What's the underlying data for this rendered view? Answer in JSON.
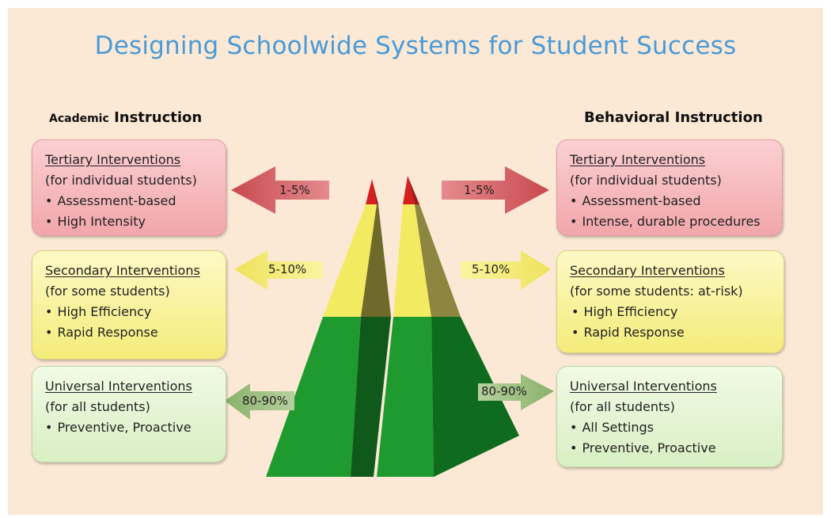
{
  "title": "Designing Schoolwide Systems for Student Success",
  "left_heading": {
    "small": "Academic",
    "main": "Instruction"
  },
  "right_heading": "Behavioral Instruction",
  "left": {
    "tertiary": {
      "heading": "Tertiary Interventions",
      "sub": "(for individual students)",
      "items": [
        "Assessment-based",
        "High Intensity"
      ]
    },
    "secondary": {
      "heading": "Secondary Interventions",
      "sub": "(for some students)",
      "items": [
        "High Efficiency",
        "Rapid Response"
      ]
    },
    "universal": {
      "heading": "Universal Interventions",
      "sub": "(for all students)",
      "items": [
        "Preventive, Proactive"
      ]
    }
  },
  "right": {
    "tertiary": {
      "heading": "Tertiary Interventions",
      "sub": "(for individual students)",
      "items": [
        "Assessment-based",
        "Intense, durable procedures"
      ]
    },
    "secondary": {
      "heading": "Secondary Interventions",
      "sub": "(for some students: at-risk)",
      "items": [
        "High Efficiency",
        "Rapid Response"
      ]
    },
    "universal": {
      "heading": "Universal Interventions",
      "sub": "(for all students)",
      "items": [
        "All Settings",
        "Preventive, Proactive"
      ]
    }
  },
  "arrows": {
    "tertiary": "1-5%",
    "secondary": "5-10%",
    "universal": "80-90%"
  },
  "colors": {
    "title": "#4a9ad6",
    "red_tier": "#d9595e",
    "yellow_tier": "#f3ec55",
    "green_tier": "#1f9a2f"
  }
}
